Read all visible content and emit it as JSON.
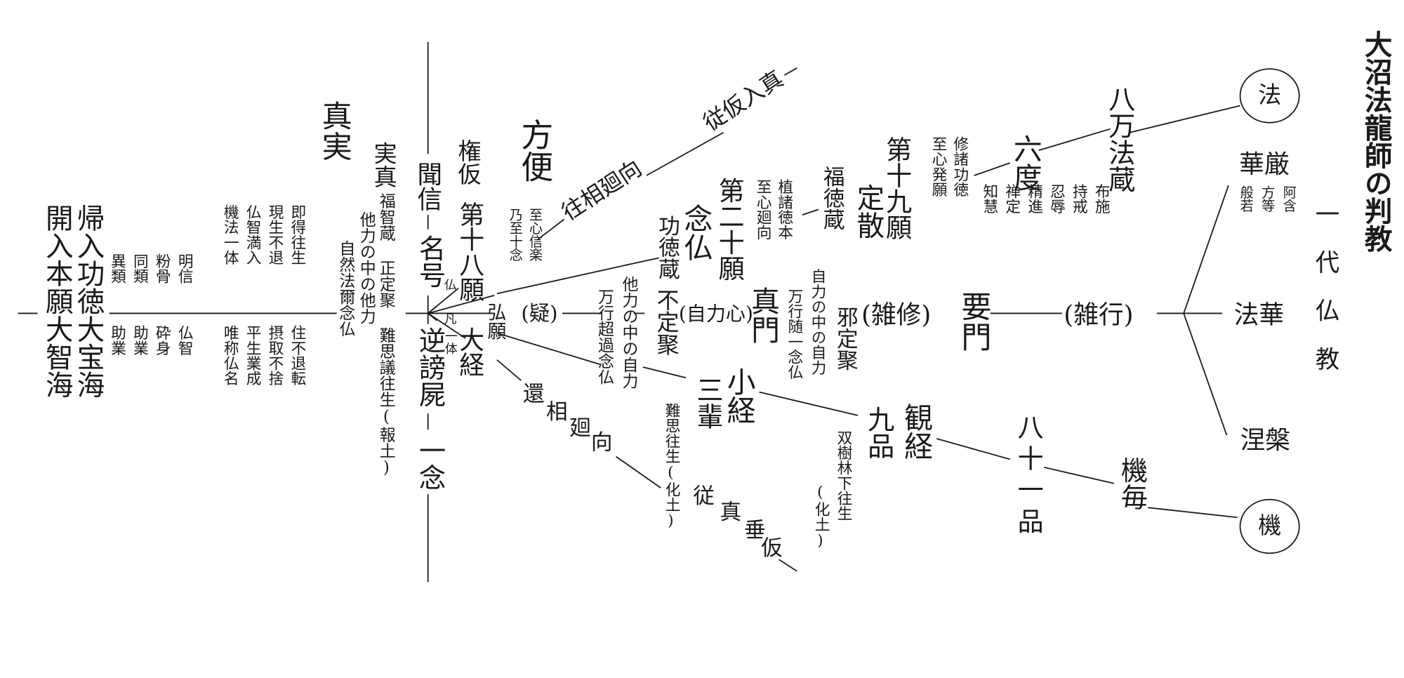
{
  "title": "大沼法龍師の判教",
  "labels": {
    "ichidai": "一代仏教",
    "ho": "法",
    "ki": "機",
    "kegon": "華厳",
    "agon": "阿含",
    "hodo": "方等",
    "hannya": "般若",
    "hokke": "法華",
    "nehan": "涅槃",
    "hachiman": "八万法蔵",
    "rokudo": "六度",
    "fuse": "布施",
    "jikai": "持戒",
    "ninniku": "忍辱",
    "shojin": "精進",
    "zenjo": "禅定",
    "chie": "知慧",
    "shusho": "修諸功徳",
    "shishin_hotsugan": "至心発願",
    "dai19": "第十九願",
    "josan": "定散",
    "fukutokuzo": "福徳蔵",
    "shokusho": "植諸徳本",
    "shishin_eko": "至心廻向",
    "dai20": "第二十願",
    "nenbutsu": "念仏",
    "kudokuzo": "功徳蔵",
    "shinmon": "真門",
    "mangyo_zuiichi": "万行随一念仏",
    "jiriki_jiriki": "自力の中の自力",
    "jajoju": "邪定聚",
    "zasshu": "(雑修)",
    "yomon": "要門",
    "zogyo": "(雑行)",
    "jirikishin": "(自力心)",
    "fujoju": "不定聚",
    "tariki_jiriki": "他力の中の自力",
    "mangyo_choka": "万行超過念仏",
    "guzei": "弘願",
    "gi": "(疑)",
    "dai18": "第十八願",
    "daikyo": "大経",
    "shishin_shingyo": "至心信楽",
    "naishi_junen": "乃至十念",
    "hoben": "方便",
    "gonke": "権仮",
    "oso_eko": "往相廻向",
    "jukenyushin": "従仮入真",
    "gen": "還",
    "so": "相",
    "e": "廻",
    "ko": "向",
    "ju": "従",
    "shin": "真",
    "sui": "垂",
    "ke": "仮",
    "sanpai": "三輩",
    "shokyo": "小経",
    "nanshi_ojo": "難思往生(化土)",
    "kuhon": "九品",
    "kangyo": "観経",
    "sojurin": "双樹林下往生",
    "keto": "(化土)",
    "hachijuichi": "八十一品",
    "kigoto": "機毎",
    "monshin": "聞信",
    "myogo": "名号",
    "gyakuho": "逆謗屍",
    "ichinen": "一念",
    "butsu": "仏",
    "bon": "凡",
    "ittai": "一体",
    "fukuchizo": "福智蔵 正定聚 難思議往生(報土)",
    "tariki_tariki": "他力の中の他力",
    "jinen": "自然法爾念仏",
    "jitsushin": "実真",
    "shinjitsu": "真実",
    "sokutoku": "即得往生",
    "juhutaiten": "住不退転",
    "gensho": "現生不退",
    "sesshu": "摂取不捨",
    "butchi_mannyu": "仏智満入",
    "heizei": "平生業成",
    "kiho": "機法一体",
    "yuisho": "唯称仏名",
    "myoshin": "明信",
    "butchi": "仏智",
    "funkotsu": "粉骨",
    "saishin": "砕身",
    "dorui": "同類",
    "jogo1": "助業",
    "irui": "異類",
    "jogo2": "助業",
    "kinyu": "帰入功徳大宝海",
    "kainyu": "開入本願大智海"
  }
}
